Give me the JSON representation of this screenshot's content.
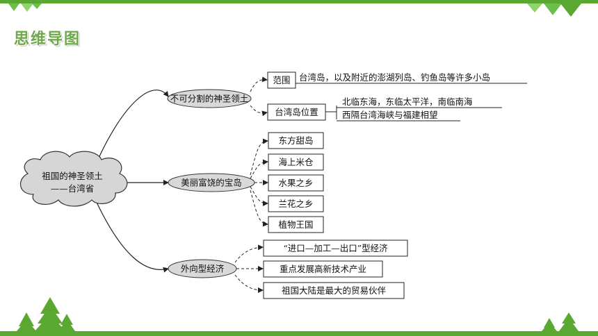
{
  "page_title": "思维导图",
  "colors": {
    "accent_green": "#5aa832",
    "title_green": "#6fa84a",
    "oval_fill": "#d9d9d9"
  },
  "root": {
    "line1": "祖国的神圣领土",
    "line2": "——台湾省"
  },
  "branches": [
    {
      "label": "不可分割的神圣领土",
      "children": [
        {
          "label": "范围",
          "note": [
            "台湾岛，以及附近的澎湖列岛、钓鱼岛等许多小岛"
          ]
        },
        {
          "label": "台湾岛位置",
          "note": [
            "北临东海，东临太平洋，南临南海",
            "西隔台湾海峡与福建相望"
          ]
        }
      ]
    },
    {
      "label": "美丽富饶的宝岛",
      "children": [
        {
          "label": "东方甜岛"
        },
        {
          "label": "海上米仓"
        },
        {
          "label": "水果之乡"
        },
        {
          "label": "兰花之乡"
        },
        {
          "label": "植物王国"
        }
      ]
    },
    {
      "label": "外向型经济",
      "children": [
        {
          "label": "“进口—加工—出口”型经济"
        },
        {
          "label": "重点发展高新技术产业"
        },
        {
          "label": "祖国大陆是最大的贸易伙伴"
        }
      ]
    }
  ],
  "decor_icons": [
    "triangle-banner-icon",
    "tree-icon"
  ]
}
